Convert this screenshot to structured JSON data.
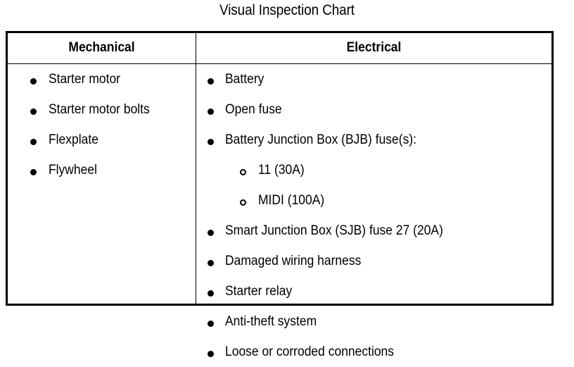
{
  "title": "Visual Inspection Chart",
  "table": {
    "columns": [
      {
        "key": "mechanical",
        "header": "Mechanical"
      },
      {
        "key": "electrical",
        "header": "Electrical"
      }
    ],
    "mechanical_items": [
      {
        "level": 1,
        "bullet": "filled-dot",
        "label": "Starter motor"
      },
      {
        "level": 1,
        "bullet": "filled-dot",
        "label": "Starter motor bolts"
      },
      {
        "level": 1,
        "bullet": "filled-dot",
        "label": "Flexplate"
      },
      {
        "level": 1,
        "bullet": "filled-dot",
        "label": "Flywheel"
      }
    ],
    "electrical_items": [
      {
        "level": 1,
        "bullet": "filled-dot",
        "label": "Battery"
      },
      {
        "level": 1,
        "bullet": "filled-dot",
        "label": "Open fuse"
      },
      {
        "level": 1,
        "bullet": "filled-dot",
        "label": "Battery Junction Box (BJB) fuse(s):"
      },
      {
        "level": 2,
        "bullet": "hollow-ring",
        "label": "11 (30A)"
      },
      {
        "level": 2,
        "bullet": "hollow-ring",
        "label": "MIDI (100A)"
      },
      {
        "level": 1,
        "bullet": "filled-dot",
        "label": "Smart Junction Box (SJB) fuse 27 (20A)"
      },
      {
        "level": 1,
        "bullet": "filled-dot",
        "label": "Damaged wiring harness"
      },
      {
        "level": 1,
        "bullet": "filled-dot",
        "label": "Starter relay"
      },
      {
        "level": 1,
        "bullet": "filled-dot",
        "label": "Anti-theft system"
      },
      {
        "level": 1,
        "bullet": "filled-dot",
        "label": "Loose or corroded connections"
      }
    ]
  },
  "colors": {
    "ink": "#000000",
    "background": "#ffffff"
  }
}
